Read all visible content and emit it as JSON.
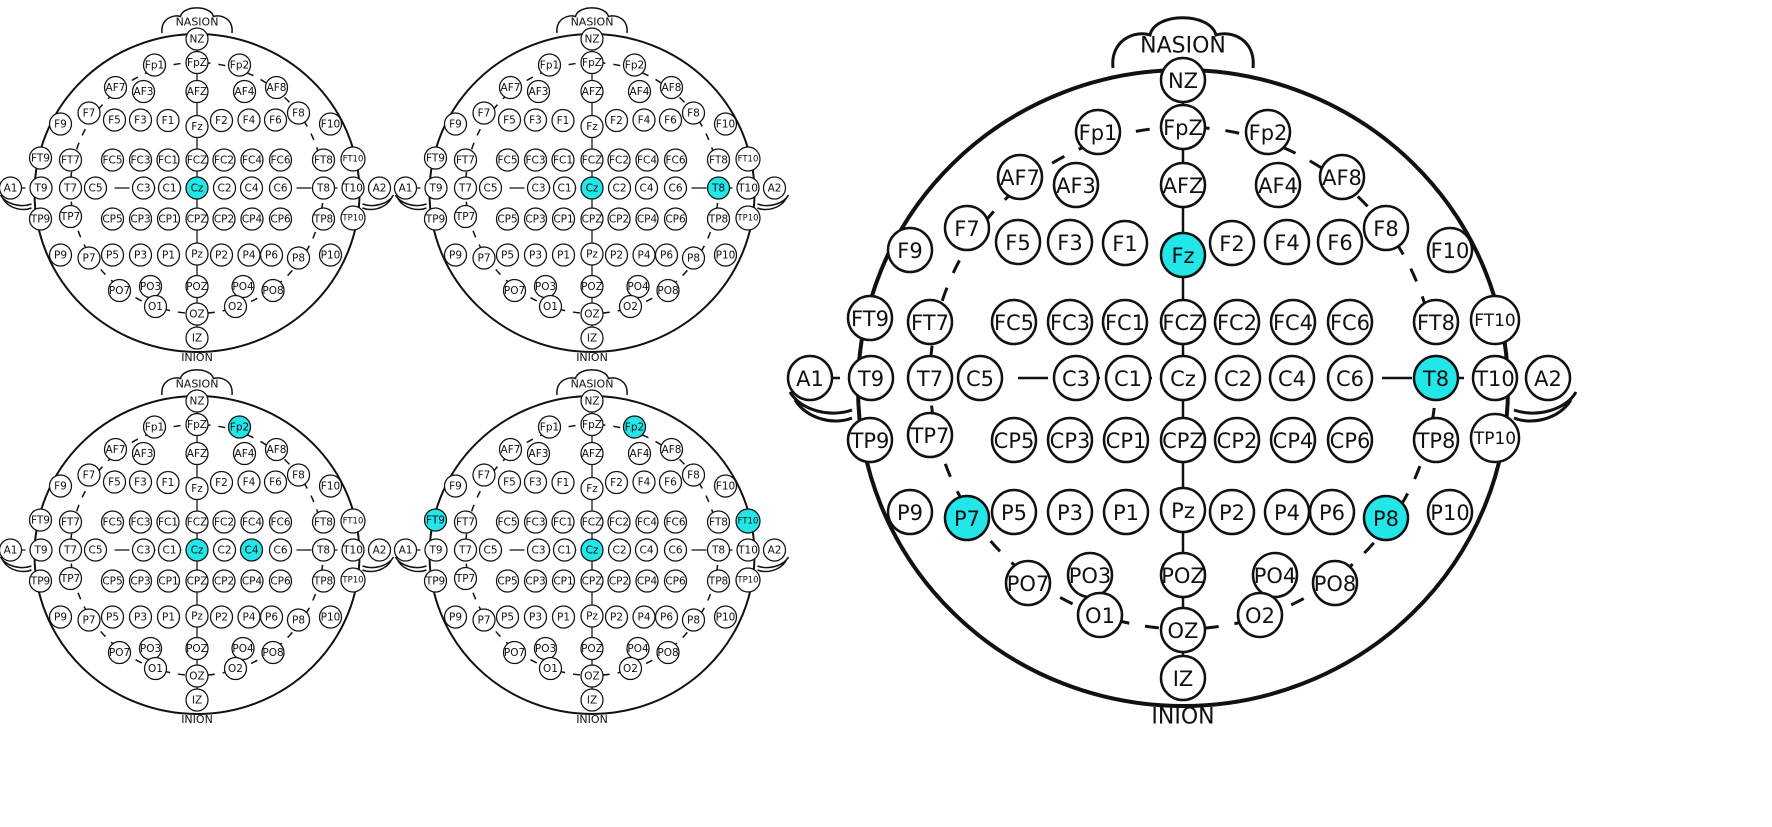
{
  "labels": {
    "nasion": "NASION",
    "inion": "INION"
  },
  "highlight_color": "#22E6E8",
  "electrodes": [
    "NZ",
    "FpZ",
    "Fp1",
    "Fp2",
    "AF7",
    "AF3",
    "AFZ",
    "AF4",
    "AF8",
    "F9",
    "F7",
    "F5",
    "F3",
    "F1",
    "Fz",
    "F2",
    "F4",
    "F6",
    "F8",
    "F10",
    "FT9",
    "FT7",
    "FC5",
    "FC3",
    "FC1",
    "FCZ",
    "FC2",
    "FC4",
    "FC6",
    "FT8",
    "FT10",
    "A1",
    "T9",
    "T7",
    "C5",
    "C3",
    "C1",
    "Cz",
    "C2",
    "C4",
    "C6",
    "T8",
    "T10",
    "A2",
    "TP9",
    "TP7",
    "CP5",
    "CP3",
    "CP1",
    "CPZ",
    "CP2",
    "CP4",
    "CP6",
    "TP8",
    "TP10",
    "P9",
    "P7",
    "P5",
    "P3",
    "P1",
    "Pz",
    "P2",
    "P4",
    "P6",
    "P8",
    "P10",
    "PO7",
    "PO3",
    "POZ",
    "PO4",
    "PO8",
    "O1",
    "OZ",
    "O2",
    "IZ"
  ],
  "diagrams": [
    {
      "id": "top-left",
      "highlighted": [
        "Cz"
      ]
    },
    {
      "id": "top-right",
      "highlighted": [
        "Cz",
        "T8"
      ]
    },
    {
      "id": "bottom-left",
      "highlighted": [
        "Fp2",
        "Cz",
        "C4"
      ]
    },
    {
      "id": "bottom-middle",
      "highlighted": [
        "Fp2",
        "FT9",
        "FT10",
        "Cz"
      ]
    },
    {
      "id": "large-right",
      "highlighted": [
        "Fz",
        "T8",
        "P7",
        "P8"
      ]
    }
  ]
}
